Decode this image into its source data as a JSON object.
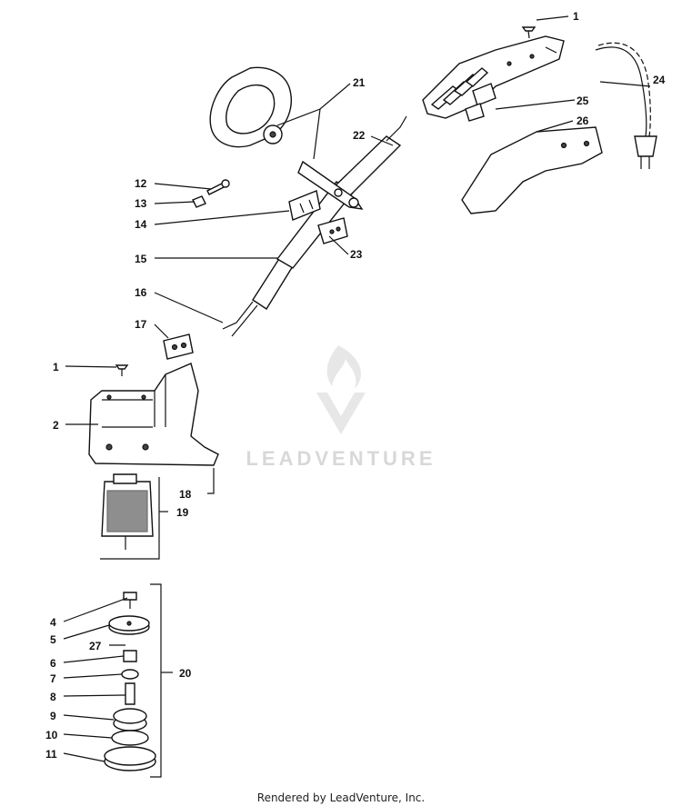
{
  "watermark": {
    "text": "LEADVENTURE"
  },
  "footer": {
    "text": "Rendered by LeadVenture, Inc."
  },
  "callouts": {
    "c1_top": "1",
    "c21": "21",
    "c22": "22",
    "c24": "24",
    "c25": "25",
    "c26": "26",
    "c12": "12",
    "c13": "13",
    "c14": "14",
    "c15": "15",
    "c16": "16",
    "c17": "17",
    "c23": "23",
    "c1_left": "1",
    "c2": "2",
    "c18": "18",
    "c19": "19",
    "c4": "4",
    "c5": "5",
    "c27": "27",
    "c6": "6",
    "c7": "7",
    "c8": "8",
    "c9": "9",
    "c10": "10",
    "c11": "11",
    "c20": "20"
  }
}
